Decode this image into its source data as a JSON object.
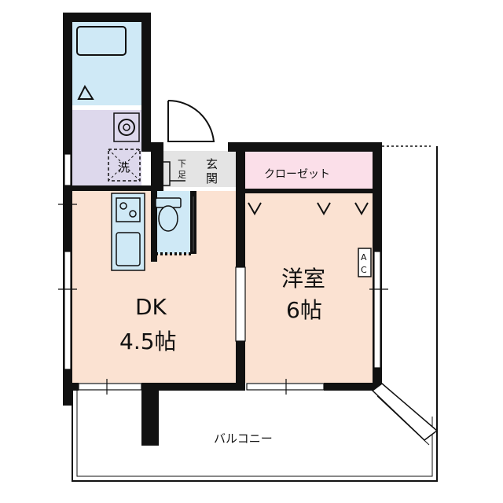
{
  "rooms": {
    "dk": {
      "name": "DK",
      "size": "4.5帖"
    },
    "western": {
      "name": "洋室",
      "size": "6帖"
    },
    "closet": "クローゼット",
    "entrance": "玄関",
    "shoe_box": "下足",
    "washer": "洗",
    "ac": "AC",
    "balcony": "バルコニー"
  },
  "colors": {
    "wall": "#111111",
    "floor_dk": "#fbe2d2",
    "floor_western": "#fbe2d2",
    "closet": "#fbdfe9",
    "bath": "#cfe9f6",
    "washroom": "#ddd8ec",
    "entrance": "#e4e4e4",
    "balcony": "#ffffff"
  }
}
